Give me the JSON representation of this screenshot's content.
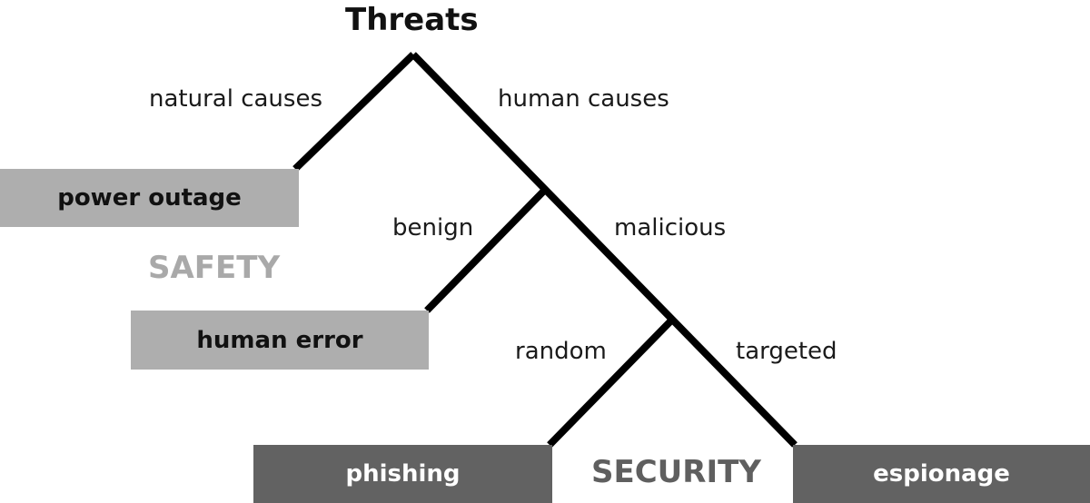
{
  "title": "Threats",
  "edges": {
    "natural": "natural causes",
    "human": "human causes",
    "benign": "benign",
    "malicious": "malicious",
    "random": "random",
    "targeted": "targeted"
  },
  "leaves": {
    "power_outage": "power outage",
    "human_error": "human error",
    "phishing": "phishing",
    "espionage": "espionage"
  },
  "regions": {
    "safety": "SAFETY",
    "security": "SECURITY"
  },
  "colors": {
    "safety_box": "#aeaeae",
    "security_box": "#626262",
    "line": "#000000"
  }
}
